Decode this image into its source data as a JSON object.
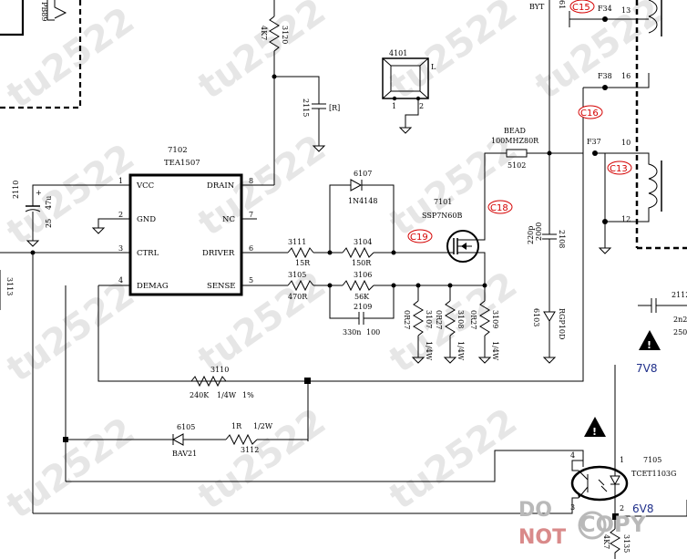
{
  "ic": {
    "ref": "7102",
    "part": "TEA1507",
    "pins_left": [
      {
        "num": "1",
        "name": "VCC"
      },
      {
        "num": "2",
        "name": "GND"
      },
      {
        "num": "3",
        "name": "CTRL"
      },
      {
        "num": "4",
        "name": "DEMAG"
      }
    ],
    "pins_right": [
      {
        "num": "8",
        "name": "DRAIN"
      },
      {
        "num": "7",
        "name": "NC"
      },
      {
        "num": "6",
        "name": "DRIVER"
      },
      {
        "num": "5",
        "name": "SENSE"
      }
    ]
  },
  "components": {
    "r3120": {
      "ref": "3120",
      "value": "4K7"
    },
    "c2115": {
      "ref": "2115",
      "value": "[R]"
    },
    "u4101": {
      "ref": "4101",
      "pin1": "1",
      "pin2": "2",
      "label": "L"
    },
    "d6107": {
      "ref": "6107",
      "value": "1N4148"
    },
    "r3111": {
      "ref": "3111",
      "value": "15R"
    },
    "r3104": {
      "ref": "3104",
      "value": "150R"
    },
    "r3105": {
      "ref": "3105",
      "value": "470R"
    },
    "r3106": {
      "ref": "3106",
      "value": "56K"
    },
    "c2109": {
      "ref": "2109",
      "value": "330n",
      "rating": "100"
    },
    "q7101": {
      "ref": "7101",
      "value": "SSP7N60B"
    },
    "bead5102": {
      "ref": "5102",
      "value": "BEAD",
      "value2": "100MHZ80R"
    },
    "c2108": {
      "ref": "2108",
      "value": "220p",
      "rating": "2000"
    },
    "d6103": {
      "ref": "6103",
      "value": "RGP10D"
    },
    "r3107": {
      "ref": "3107",
      "value": "0R27",
      "rating": "1/4W"
    },
    "r3108": {
      "ref": "3108",
      "value": "0R27",
      "rating": "1/4W"
    },
    "r3109": {
      "ref": "3109",
      "value": "0R27",
      "rating": "1/4W"
    },
    "r3110": {
      "ref": "3110",
      "value": "240K",
      "rating": "1/4W",
      "tol": "1%"
    },
    "d6105": {
      "ref": "6105",
      "value": "BAV21"
    },
    "r3112": {
      "ref": "3112",
      "value": "1R",
      "rating": "1/2W"
    },
    "c2110": {
      "ref": "2110",
      "value": "47u",
      "rating": "25"
    },
    "u7105": {
      "ref": "7105",
      "value": "TCET1103G",
      "pin1": "1",
      "pin2": "2",
      "pin3": "3",
      "pin4": "4"
    },
    "r3135": {
      "ref": "3135",
      "value": "4K7"
    },
    "pb_left": {
      "ref": "PB89"
    },
    "r_left": {
      "ref": "3113"
    },
    "c_right": {
      "ref": "2112",
      "value": "2n2",
      "rating": "250"
    },
    "bytx": {
      "ref": "BYT"
    },
    "c61": {
      "ref": "61"
    }
  },
  "nodes": {
    "f34": "F34",
    "f38": "F38",
    "f37": "F37",
    "t13": "13",
    "t16": "16",
    "t10": "10",
    "t12": "12"
  },
  "tags": {
    "c15": "C15",
    "c16": "C16",
    "c13": "C13",
    "c18": "C18",
    "c19": "C19"
  },
  "voltages": {
    "v78": "7V8",
    "v68": "6V8"
  },
  "watermarks": {
    "text": "tu2522",
    "stamp_line1": "DO",
    "stamp_line2": "NOT",
    "stamp_line3": "COPY"
  },
  "colors": {
    "tag": "#d40000",
    "voltage": "#1f2f8a",
    "watermark": "#a8a8a8"
  }
}
